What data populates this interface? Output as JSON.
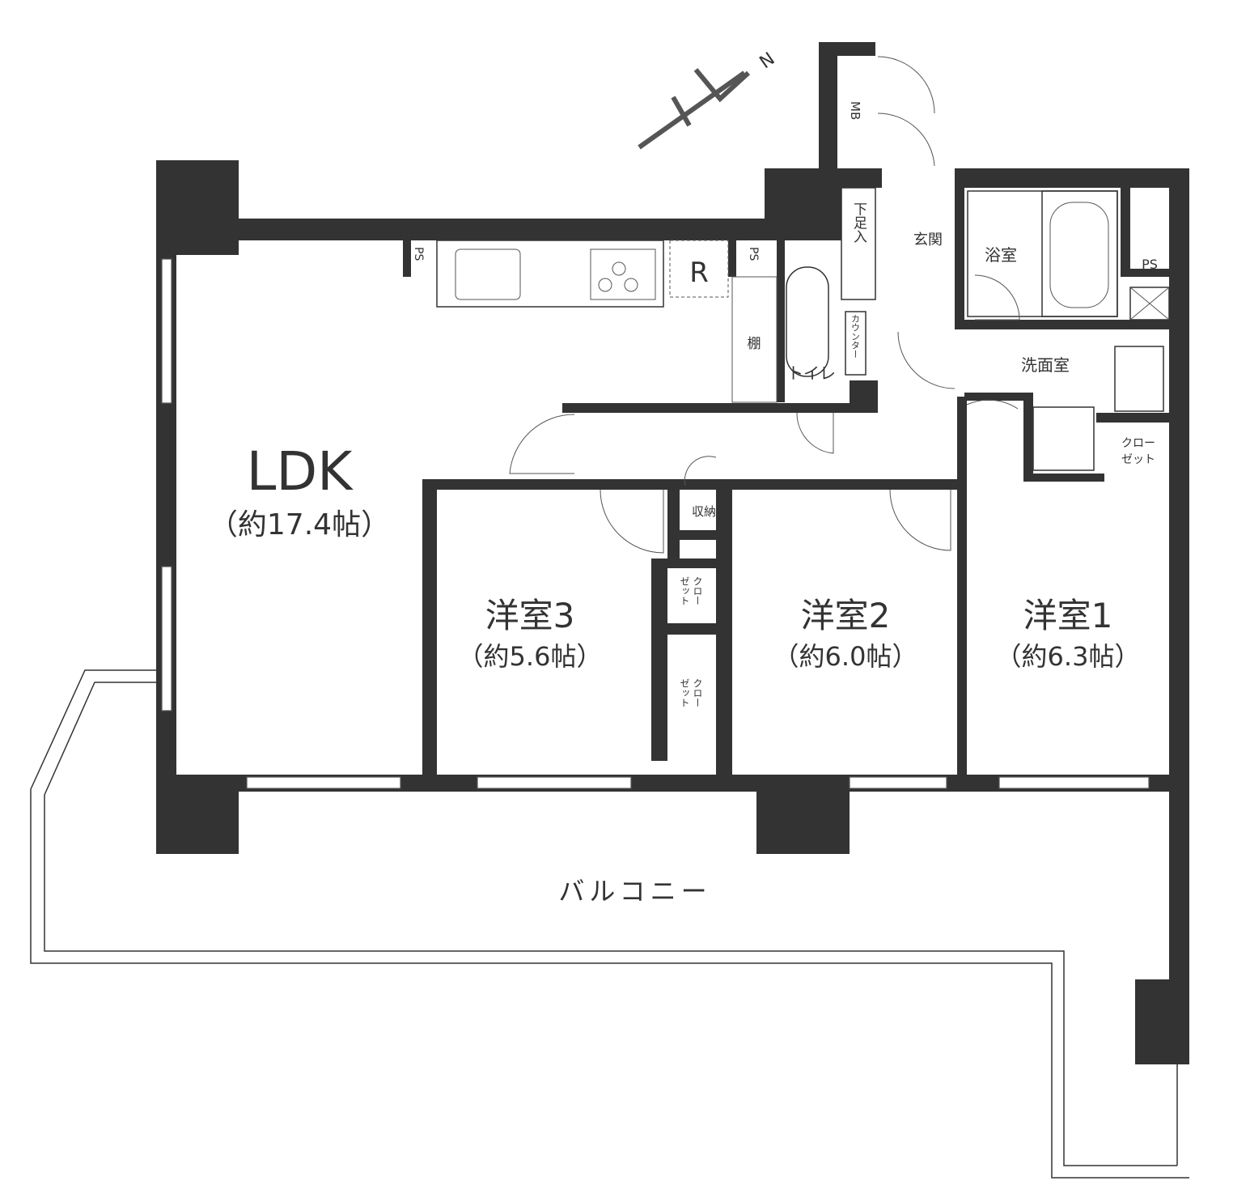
{
  "plan": {
    "wall_color": "#333333",
    "compass": {
      "label": "N"
    },
    "rooms": {
      "ldk": {
        "name": "LDK",
        "size": "（約17.4帖）"
      },
      "bed3": {
        "name": "洋室3",
        "size": "（約5.6帖）"
      },
      "bed2": {
        "name": "洋室2",
        "size": "（約6.0帖）"
      },
      "bed1": {
        "name": "洋室1",
        "size": "（約6.3帖）"
      },
      "balcony": "バルコニー",
      "entrance": "玄関",
      "shoe": "下足入",
      "bath": "浴室",
      "wash": "洗面室",
      "toilet": "トイレ",
      "counter": "カウンター",
      "shelf": "棚",
      "storage": "収納",
      "mb": "MB",
      "fridge": "R",
      "ps1": "PS",
      "ps2": "PS",
      "ps3": "PS",
      "closet1": "クローゼット",
      "closet1_l1": "クロー",
      "closet1_l2": "ゼット",
      "closet_a_l1": "クロー",
      "closet_a_l2": "ゼット",
      "closet_b_l1": "クロー",
      "closet_b_l2": "ゼット"
    }
  }
}
